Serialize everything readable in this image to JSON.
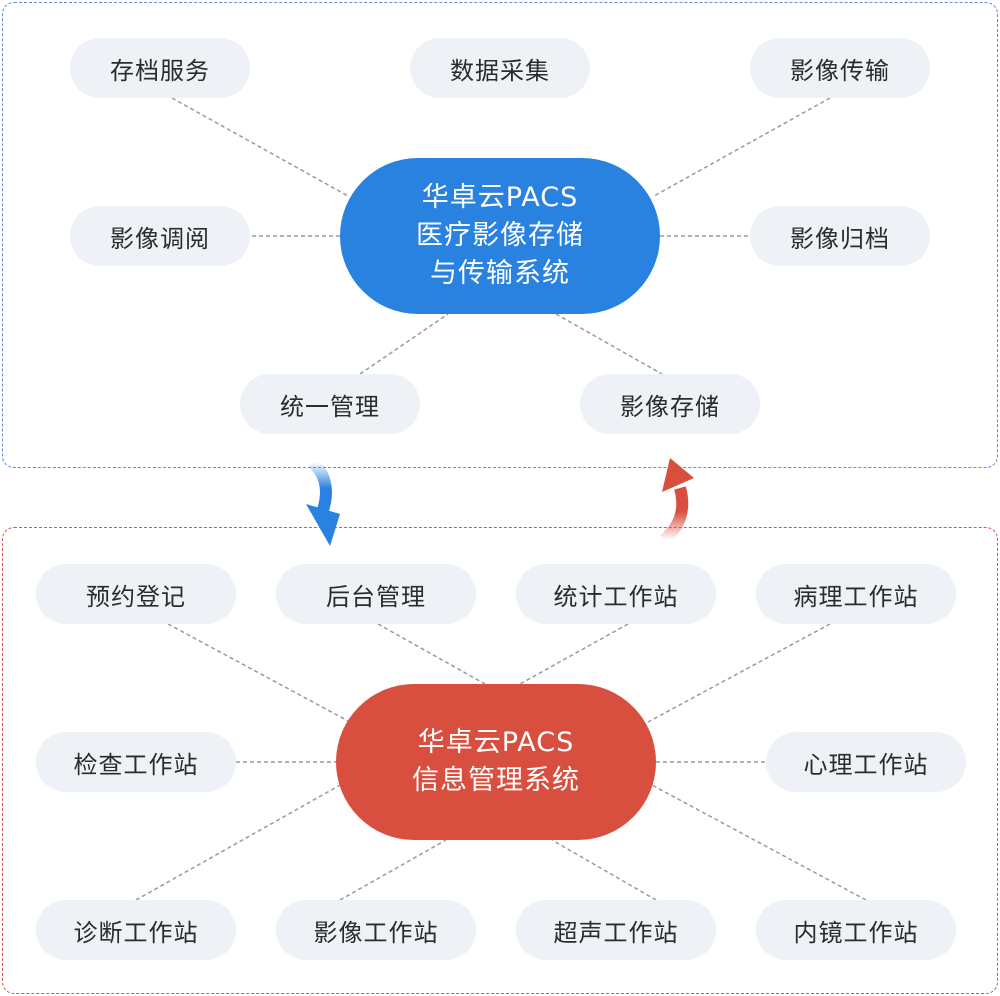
{
  "top_system": {
    "title_lines": [
      "华卓云PACS",
      "医疗影像存储",
      "与传输系统"
    ],
    "color": "#2a82e0",
    "modules": [
      "存档服务",
      "数据采集",
      "影像传输",
      "影像调阅",
      "影像归档",
      "统一管理",
      "影像存储"
    ]
  },
  "bottom_system": {
    "title_lines": [
      "华卓云PACS",
      "信息管理系统"
    ],
    "color": "#d84f3f",
    "modules": [
      "预约登记",
      "后台管理",
      "统计工作站",
      "病理工作站",
      "检查工作站",
      "心理工作站",
      "诊断工作站",
      "影像工作站",
      "超声工作站",
      "内镜工作站"
    ]
  }
}
